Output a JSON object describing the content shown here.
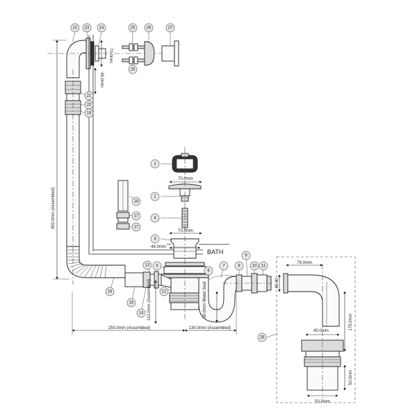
{
  "callouts": [
    "1",
    "2",
    "3",
    "4",
    "5",
    "6",
    "7",
    "8",
    "9",
    "10",
    "11",
    "12",
    "13",
    "14",
    "15",
    "16",
    "17",
    "17",
    "18",
    "19",
    "20",
    "21",
    "22",
    "23",
    "24",
    "25",
    "25",
    "26",
    "27",
    "28"
  ],
  "dimensions": {
    "d_70_top": "70.0mm",
    "d_46_vert": "46.0mm",
    "d_450": "450.0mm (Assembled)",
    "d_70_plug": "70.0mm",
    "d_70_waste": "70.0mm",
    "d_46_waste": "46.0mm",
    "d_110": "110.0mm (Assembled)",
    "d_50_seal": "50.0mm Water Seal",
    "d_250": "250.0mm (Assembled)",
    "d_130": "130.0mm (Assembled)",
    "d_79": "79.0mm",
    "d_40_vert": "40.00",
    "d_40_horiz": "40.0mm",
    "d_175": "175.0mm",
    "d_50_vert": "50.0mm",
    "d_50_horiz": "50.0mm"
  },
  "labels": {
    "bath": "BATH"
  }
}
